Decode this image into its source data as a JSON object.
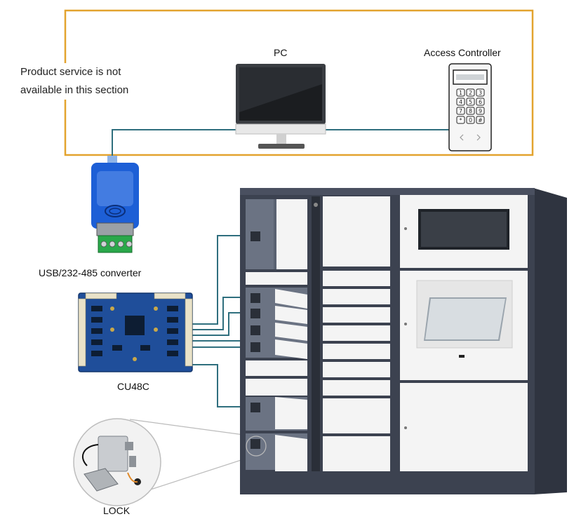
{
  "note": {
    "line1": "Product service is not",
    "line2": "available in this section"
  },
  "labels": {
    "pc": "PC",
    "access_controller": "Access Controller",
    "converter": "USB/232-485 converter",
    "board": "CU48C",
    "lock": "LOCK"
  },
  "colors": {
    "frame": "#E3A32E",
    "wire": "#2F6F7E",
    "cabinet_dark": "#3C4250",
    "cabinet_white": "#F4F4F4",
    "converter_blue": "#1D5FD6",
    "board_blue": "#1F4E9A"
  }
}
